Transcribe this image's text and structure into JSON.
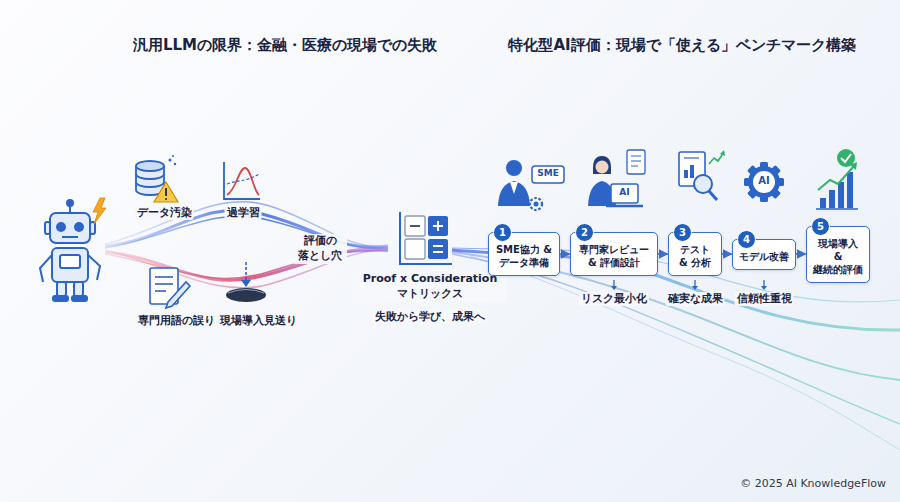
{
  "diagram": {
    "nodes": [
      {
        "text": [
          "1",
          "SME協力 & データ準備"
        ]
      },
      {
        "text": [
          "2",
          "専門家レビュー & 評価設計"
        ]
      },
      {
        "text": [
          "3",
          "テスト & 分析"
        ]
      },
      {
        "text": [
          "4",
          "モデル改善"
        ]
      },
      {
        "text": [
          "5",
          "現場導入 & 継続的評価"
        ]
      }
    ],
    "edges": [
      {
        "from": 0,
        "to": 1,
        "arrow": "to"
      },
      {
        "from": 1,
        "to": 2,
        "arrow": "to"
      },
      {
        "from": 2,
        "to": 3,
        "arrow": "to"
      },
      {
        "from": 3,
        "to": 4,
        "arrow": "to"
      }
    ],
    "labels": [
      "汎用LLMの限界：金融・医療の現場での失敗",
      "特化型AI評価：現場で「使える」ベンチマーク構築",
      "データ汚染",
      "過学習",
      "専門用語の誤り",
      "現場導入見送り",
      "評価の 落とし穴",
      "Proof x Consideration マトリックス",
      "失敗から学び、成果へ",
      "SME",
      "AI",
      "AI",
      "リスク最小化",
      "確実な成果",
      "信頼性重視",
      "© 2025 AI KnowledgeFlow"
    ]
  }
}
